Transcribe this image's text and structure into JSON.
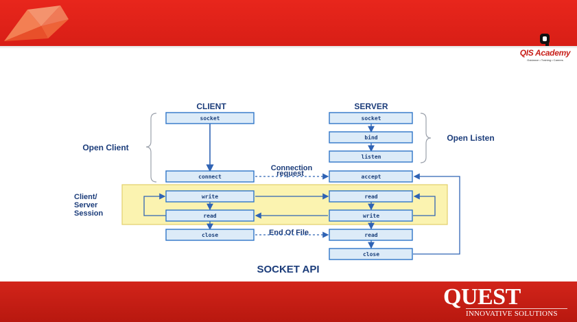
{
  "header": {
    "accent": "#e0231b"
  },
  "qis_logo": {
    "name": "QIS Academy",
    "tagline": "Guidance • Training • Careers"
  },
  "footer": {
    "brand": "QUEST",
    "tagline": "INNOVATIVE SOLUTIONS",
    "color": "#c41e16"
  },
  "diagram": {
    "client_title": "CLIENT",
    "server_title": "SERVER",
    "open_client": "Open Client",
    "open_listen": "Open Listen",
    "session_lines": [
      "Client/",
      "Server",
      "Session"
    ],
    "connection_request_lines": [
      "Connection",
      "request"
    ],
    "end_of_file": "End Of File",
    "footer_title": "SOCKET API",
    "client_boxes": [
      "socket",
      "connect",
      "write",
      "read",
      "close"
    ],
    "server_boxes": [
      "socket",
      "bind",
      "listen",
      "accept",
      "read",
      "write",
      "read",
      "close"
    ],
    "colors": {
      "box_fill": "#dcebf8",
      "box_stroke": "#2f75c7",
      "session_fill": "#fbf3b0",
      "arrow": "#2f63b4"
    }
  }
}
